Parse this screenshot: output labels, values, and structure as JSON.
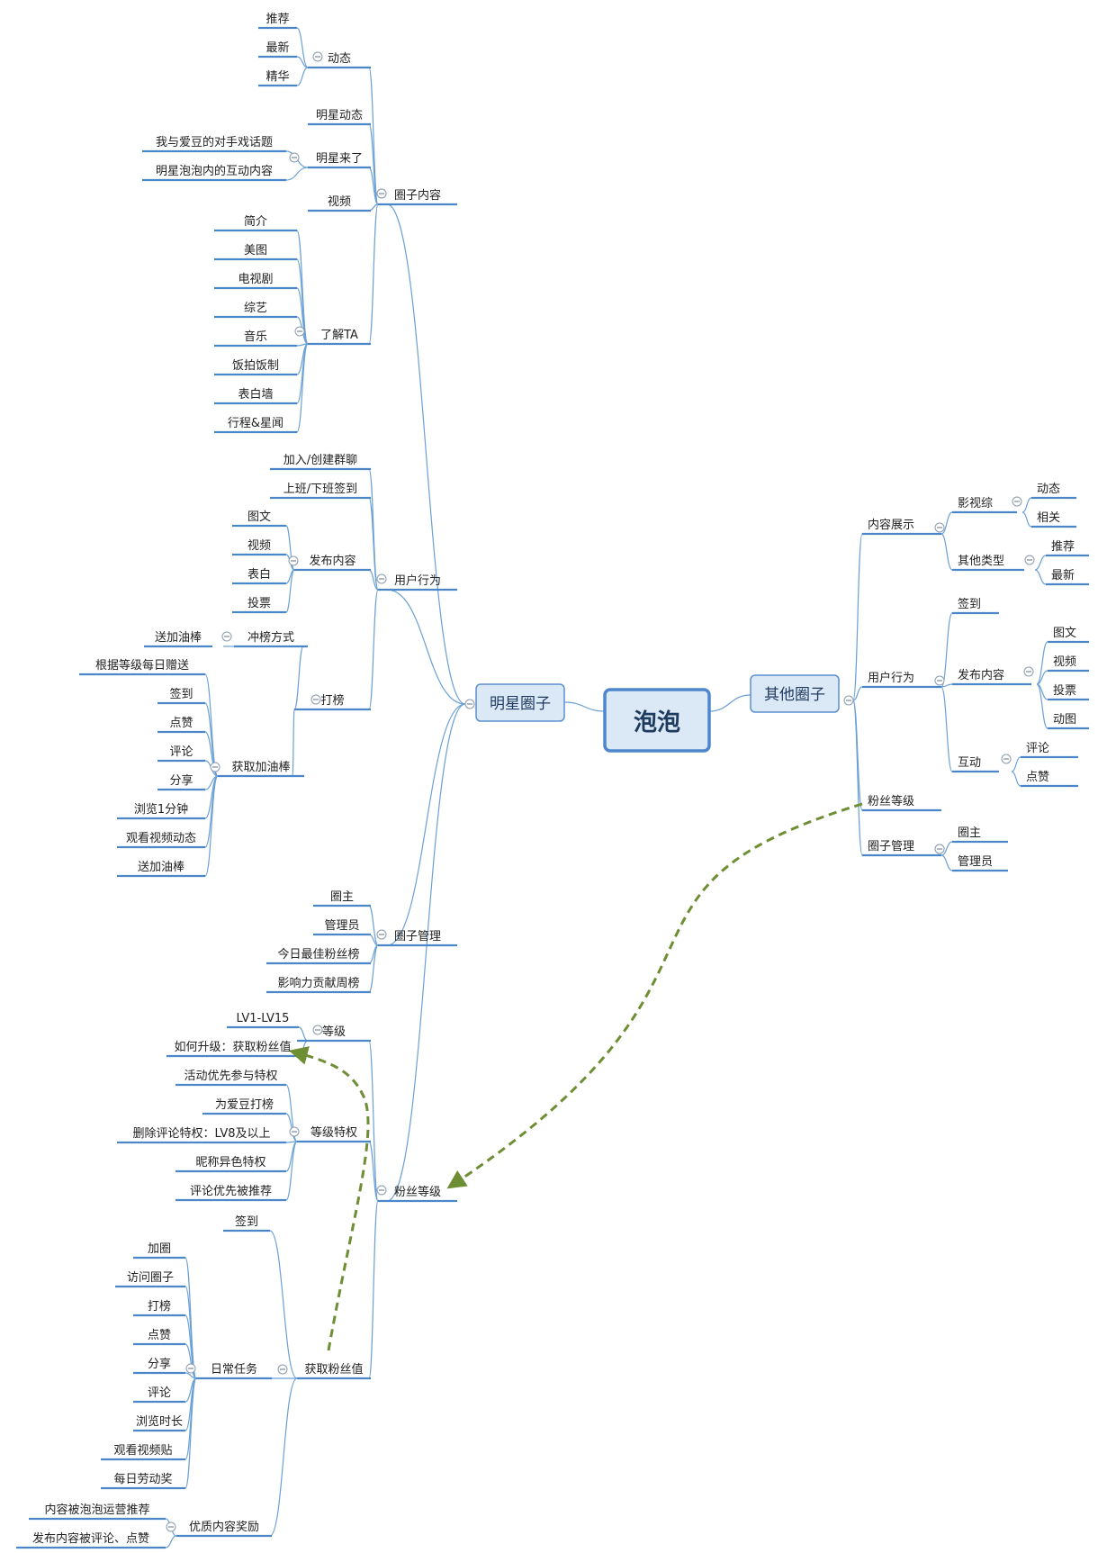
{
  "root": "泡泡",
  "colors": {
    "branch_line": "#4a86c8",
    "connector": "#6aa0d6",
    "node_fill": "#dbe8f6",
    "node_border": "#5b8fd0",
    "relation_arrow": "#6e8e34"
  },
  "collapse_icon": "collapse-minus-icon",
  "branches": {
    "left": {
      "label": "明星圈子",
      "groups": [
        {
          "label": "圈子内容",
          "children": [
            {
              "label": "动态",
              "children": [
                "推荐",
                "最新",
                "精华"
              ]
            },
            {
              "label": "明星动态"
            },
            {
              "label": "明星来了",
              "children": [
                "我与爱豆的对手戏话题",
                "明星泡泡内的互动内容"
              ]
            },
            {
              "label": "视频"
            },
            {
              "label": "了解TA",
              "children": [
                "简介",
                "美图",
                "电视剧",
                "综艺",
                "音乐",
                "饭拍饭制",
                "表白墙",
                "行程&星闻"
              ]
            }
          ]
        },
        {
          "label": "用户行为",
          "children": [
            {
              "label": "加入/创建群聊"
            },
            {
              "label": "上班/下班签到"
            },
            {
              "label": "发布内容",
              "children": [
                "图文",
                "视频",
                "表白",
                "投票"
              ]
            },
            {
              "label": "打榜",
              "children": [
                {
                  "label": "冲榜方式",
                  "children": [
                    "送加油棒"
                  ]
                },
                {
                  "label": "获取加油棒",
                  "children": [
                    "根据等级每日赠送",
                    "签到",
                    "点赞",
                    "评论",
                    "分享",
                    "浏览1分钟",
                    "观看视频动态",
                    "送加油棒"
                  ]
                }
              ]
            }
          ]
        },
        {
          "label": "圈子管理",
          "children": [
            "圈主",
            "管理员",
            "今日最佳粉丝榜",
            "影响力贡献周榜"
          ]
        },
        {
          "label": "粉丝等级",
          "children": [
            {
              "label": "等级",
              "children": [
                "LV1-LV15",
                "如何升级：获取粉丝值"
              ]
            },
            {
              "label": "等级特权",
              "children": [
                "活动优先参与特权",
                "为爱豆打榜",
                "删除评论特权：LV8及以上",
                "昵称异色特权",
                "评论优先被推荐"
              ]
            },
            {
              "label": "获取粉丝值",
              "children": [
                {
                  "label": "签到"
                },
                {
                  "label": "日常任务",
                  "children": [
                    "加圈",
                    "访问圈子",
                    "打榜",
                    "点赞",
                    "分享",
                    "评论",
                    "浏览时长",
                    "观看视频贴",
                    "每日劳动奖"
                  ]
                },
                {
                  "label": "优质内容奖励",
                  "children": [
                    "内容被泡泡运营推荐",
                    "发布内容被评论、点赞"
                  ]
                }
              ]
            }
          ]
        }
      ]
    },
    "right": {
      "label": "其他圈子",
      "groups": [
        {
          "label": "内容展示",
          "children": [
            {
              "label": "影视综",
              "children": [
                "动态",
                "相关"
              ]
            },
            {
              "label": "其他类型",
              "children": [
                "推荐",
                "最新"
              ]
            }
          ]
        },
        {
          "label": "用户行为",
          "children": [
            {
              "label": "签到"
            },
            {
              "label": "发布内容",
              "children": [
                "图文",
                "视频",
                "投票",
                "动图"
              ]
            },
            {
              "label": "互动",
              "children": [
                "评论",
                "点赞"
              ]
            }
          ]
        },
        {
          "label": "粉丝等级"
        },
        {
          "label": "圈子管理",
          "children": [
            "圈主",
            "管理员"
          ]
        }
      ]
    }
  }
}
